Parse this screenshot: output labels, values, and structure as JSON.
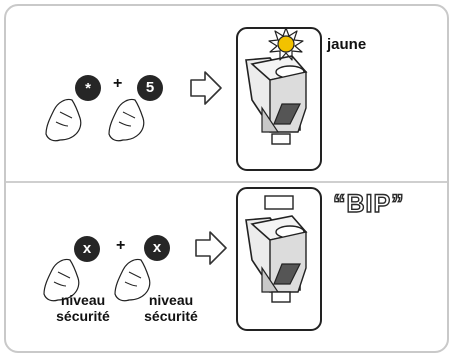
{
  "top_step": {
    "keys": [
      "*",
      "5"
    ],
    "plus": "+",
    "indicator_label": "jaune",
    "indicator_color": "#f2c200"
  },
  "bottom_step": {
    "keys": [
      "x",
      "x"
    ],
    "plus": "+",
    "key_captions": [
      [
        "niveau",
        "sécurité"
      ],
      [
        "niveau",
        "sécurité"
      ]
    ],
    "sound_label": "“BIP”"
  },
  "colors": {
    "key_fill": "#262626",
    "panel_border": "#c9c9c9",
    "divider": "#cfcfcf"
  },
  "icons": [
    "finger-press-icon",
    "right-arrow-icon",
    "keypad-device-icon",
    "flashing-light-icon"
  ]
}
